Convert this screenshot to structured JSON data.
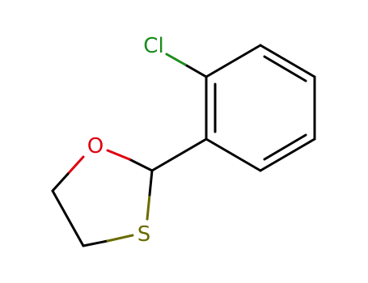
{
  "colors": {
    "bond": "#000000",
    "chlorine": "#1a8c1a",
    "oxygen": "#e0000f",
    "sulfur": "#6b6b00"
  },
  "atoms": {
    "chlorine": "Cl",
    "oxygen": "O",
    "sulfur": "S"
  }
}
